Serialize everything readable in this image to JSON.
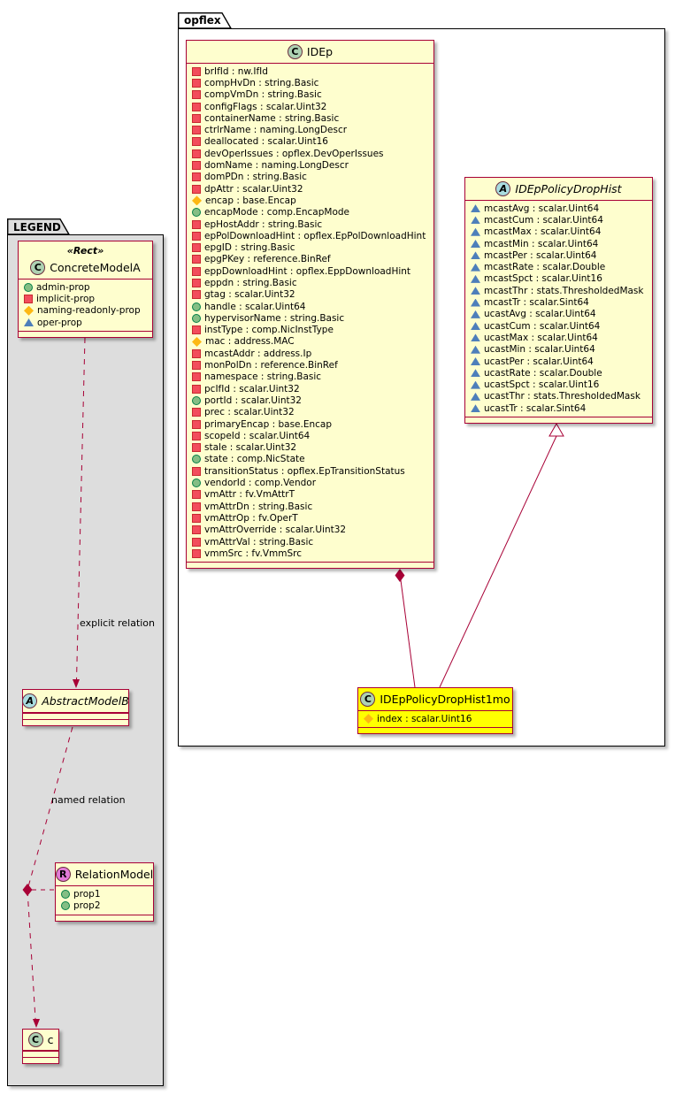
{
  "colors": {
    "class_border": "#A80036",
    "class_background": "#FEFECE",
    "highlight_background": "#FFFF00",
    "legend_background": "#DDDDDD",
    "spot_class": "#ADD1B2",
    "spot_abstract": "#A9DCDF",
    "spot_relation": "#E07BD6"
  },
  "opflex_package": {
    "label": "opflex",
    "idep": {
      "letter": "C",
      "name": "IDEp",
      "members": [
        {
          "vis": "private",
          "label": "brIfId : nw.IfId"
        },
        {
          "vis": "private",
          "label": "compHvDn : string.Basic"
        },
        {
          "vis": "private",
          "label": "compVmDn : string.Basic"
        },
        {
          "vis": "private",
          "label": "configFlags : scalar.Uint32"
        },
        {
          "vis": "private",
          "label": "containerName : string.Basic"
        },
        {
          "vis": "private",
          "label": "ctrlrName : naming.LongDescr"
        },
        {
          "vis": "private",
          "label": "deallocated : scalar.Uint16"
        },
        {
          "vis": "private",
          "label": "devOperIssues : opflex.DevOperIssues"
        },
        {
          "vis": "private",
          "label": "domName : naming.LongDescr"
        },
        {
          "vis": "private",
          "label": "domPDn : string.Basic"
        },
        {
          "vis": "private",
          "label": "dpAttr : scalar.Uint32"
        },
        {
          "vis": "protected",
          "label": "encap : base.Encap"
        },
        {
          "vis": "public",
          "label": "encapMode : comp.EncapMode"
        },
        {
          "vis": "private",
          "label": "epHostAddr : string.Basic"
        },
        {
          "vis": "private",
          "label": "epPolDownloadHint : opflex.EpPolDownloadHint"
        },
        {
          "vis": "private",
          "label": "epgID : string.Basic"
        },
        {
          "vis": "private",
          "label": "epgPKey : reference.BinRef"
        },
        {
          "vis": "private",
          "label": "eppDownloadHint : opflex.EppDownloadHint"
        },
        {
          "vis": "private",
          "label": "eppdn : string.Basic"
        },
        {
          "vis": "private",
          "label": "gtag : scalar.Uint32"
        },
        {
          "vis": "public",
          "label": "handle : scalar.Uint64"
        },
        {
          "vis": "public",
          "label": "hypervisorName : string.Basic"
        },
        {
          "vis": "private",
          "label": "instType : comp.NicInstType"
        },
        {
          "vis": "protected",
          "label": "mac : address.MAC"
        },
        {
          "vis": "private",
          "label": "mcastAddr : address.Ip"
        },
        {
          "vis": "private",
          "label": "monPolDn : reference.BinRef"
        },
        {
          "vis": "private",
          "label": "namespace : string.Basic"
        },
        {
          "vis": "private",
          "label": "pcIfId : scalar.Uint32"
        },
        {
          "vis": "public",
          "label": "portId : scalar.Uint32"
        },
        {
          "vis": "private",
          "label": "prec : scalar.Uint32"
        },
        {
          "vis": "private",
          "label": "primaryEncap : base.Encap"
        },
        {
          "vis": "private",
          "label": "scopeId : scalar.Uint64"
        },
        {
          "vis": "private",
          "label": "stale : scalar.Uint32"
        },
        {
          "vis": "public",
          "label": "state : comp.NicState"
        },
        {
          "vis": "private",
          "label": "transitionStatus : opflex.EpTransitionStatus"
        },
        {
          "vis": "public",
          "label": "vendorId : comp.Vendor"
        },
        {
          "vis": "private",
          "label": "vmAttr : fv.VmAttrT"
        },
        {
          "vis": "private",
          "label": "vmAttrDn : string.Basic"
        },
        {
          "vis": "private",
          "label": "vmAttrOp : fv.OperT"
        },
        {
          "vis": "private",
          "label": "vmAttrOverride : scalar.Uint32"
        },
        {
          "vis": "private",
          "label": "vmAttrVal : string.Basic"
        },
        {
          "vis": "private",
          "label": "vmmSrc : fv.VmmSrc"
        }
      ]
    },
    "idep_policy_drop_hist": {
      "letter": "A",
      "name": "IDEpPolicyDropHist",
      "members": [
        {
          "vis": "package",
          "label": "mcastAvg : scalar.Uint64"
        },
        {
          "vis": "package",
          "label": "mcastCum : scalar.Uint64"
        },
        {
          "vis": "package",
          "label": "mcastMax : scalar.Uint64"
        },
        {
          "vis": "package",
          "label": "mcastMin : scalar.Uint64"
        },
        {
          "vis": "package",
          "label": "mcastPer : scalar.Uint64"
        },
        {
          "vis": "package",
          "label": "mcastRate : scalar.Double"
        },
        {
          "vis": "package",
          "label": "mcastSpct : scalar.Uint16"
        },
        {
          "vis": "package",
          "label": "mcastThr : stats.ThresholdedMask"
        },
        {
          "vis": "package",
          "label": "mcastTr : scalar.Sint64"
        },
        {
          "vis": "package",
          "label": "ucastAvg : scalar.Uint64"
        },
        {
          "vis": "package",
          "label": "ucastCum : scalar.Uint64"
        },
        {
          "vis": "package",
          "label": "ucastMax : scalar.Uint64"
        },
        {
          "vis": "package",
          "label": "ucastMin : scalar.Uint64"
        },
        {
          "vis": "package",
          "label": "ucastPer : scalar.Uint64"
        },
        {
          "vis": "package",
          "label": "ucastRate : scalar.Double"
        },
        {
          "vis": "package",
          "label": "ucastSpct : scalar.Uint16"
        },
        {
          "vis": "package",
          "label": "ucastThr : stats.ThresholdedMask"
        },
        {
          "vis": "package",
          "label": "ucastTr : scalar.Sint64"
        }
      ]
    },
    "idep_policy_drop_hist_1mo": {
      "letter": "C",
      "name": "IDEpPolicyDropHist1mo",
      "members": [
        {
          "vis": "protected",
          "label": "index : scalar.Uint16"
        }
      ]
    }
  },
  "legend_package": {
    "label": "LEGEND",
    "concrete_model_a": {
      "stereotype": "«Rect»",
      "letter": "C",
      "name": "ConcreteModelA",
      "members": [
        {
          "vis": "public",
          "label": "admin-prop"
        },
        {
          "vis": "private",
          "label": "implicit-prop"
        },
        {
          "vis": "protected",
          "label": "naming-readonly-prop"
        },
        {
          "vis": "package",
          "label": "oper-prop"
        }
      ]
    },
    "abstract_model_b": {
      "letter": "A",
      "name": "AbstractModelB"
    },
    "relation_model": {
      "letter": "R",
      "name": "RelationModel",
      "members": [
        {
          "vis": "public",
          "label": "prop1"
        },
        {
          "vis": "public",
          "label": "prop2"
        }
      ]
    },
    "class_c": {
      "letter": "C",
      "name": "c"
    },
    "edges": {
      "explicit_relation": "explicit relation",
      "named_relation": "named relation"
    }
  }
}
